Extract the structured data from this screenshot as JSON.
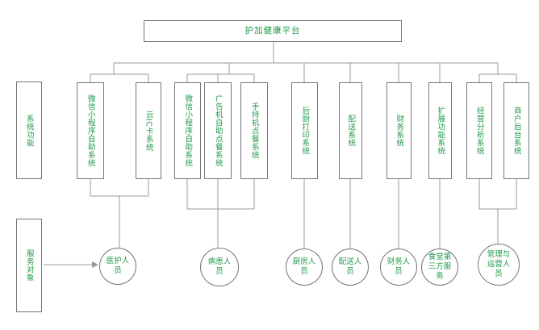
{
  "title": "护加健康平台",
  "side_labels": {
    "functions": "系统功能",
    "service_objects": "服务对象"
  },
  "systems": [
    {
      "id": "wechat-mini-1",
      "label": "微信小程序自助系统"
    },
    {
      "id": "cloud-ic",
      "label": "云IC卡系统"
    },
    {
      "id": "wechat-mini-2",
      "label": "微信小程序自助系统"
    },
    {
      "id": "ad-kiosk",
      "label": "广告机自助点餐系统"
    },
    {
      "id": "handheld",
      "label": "手持机点餐系统"
    },
    {
      "id": "kitchen-print",
      "label": "后厨打印系统"
    },
    {
      "id": "delivery",
      "label": "配送系统"
    },
    {
      "id": "finance",
      "label": "财务系统"
    },
    {
      "id": "extension",
      "label": "扩展功能系统"
    },
    {
      "id": "analytics",
      "label": "经营分析系统"
    },
    {
      "id": "merchant-admin",
      "label": "商户后台系统"
    }
  ],
  "service_objects": [
    {
      "id": "medical",
      "label": "医护人员"
    },
    {
      "id": "patients",
      "label": "病患人员"
    },
    {
      "id": "kitchen",
      "label": "厨房人员"
    },
    {
      "id": "delivery-staff",
      "label": "配送人员"
    },
    {
      "id": "finance-staff",
      "label": "财务人员"
    },
    {
      "id": "third-party",
      "label": "食堂第三方服务"
    },
    {
      "id": "management",
      "label": "管理与运营人员"
    }
  ],
  "colors": {
    "text": "#1f9a4a",
    "line": "#777777"
  }
}
